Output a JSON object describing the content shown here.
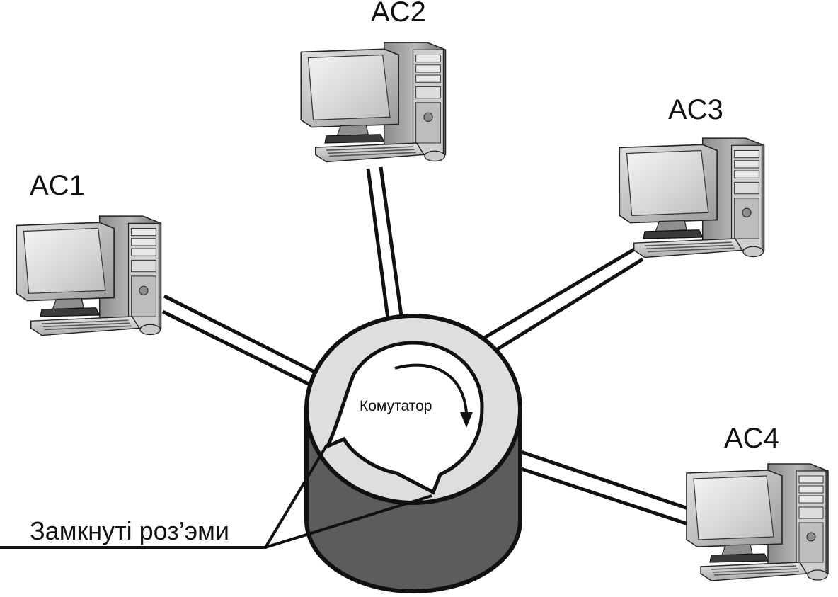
{
  "diagram": {
    "switch_label": "Комутатор",
    "callout_label": "Замкнуті роз’эми",
    "stations": [
      {
        "id": "ac1",
        "label": "AC1"
      },
      {
        "id": "ac2",
        "label": "AC2"
      },
      {
        "id": "ac3",
        "label": "AC3"
      },
      {
        "id": "ac4",
        "label": "AC4"
      }
    ]
  }
}
